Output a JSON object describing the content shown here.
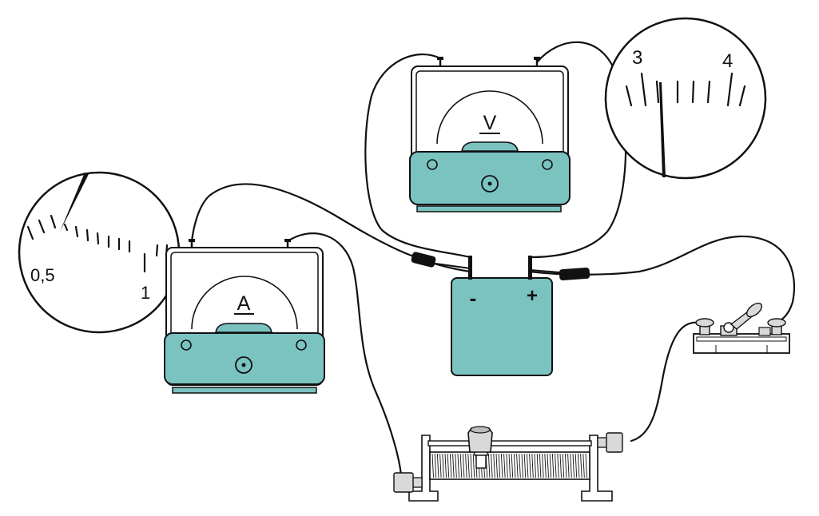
{
  "voltmeter": {
    "symbol": "V",
    "zoom": {
      "tick_labels": [
        "3",
        "4"
      ]
    }
  },
  "ammeter": {
    "symbol": "A",
    "zoom": {
      "tick_labels": [
        "0,5",
        "1"
      ]
    }
  },
  "battery": {
    "minus_label": "-",
    "plus_label": "+"
  },
  "colors": {
    "instrument_fill": "#7ac3c1",
    "outline": "#111111",
    "connector_gray": "#d9d9d9"
  }
}
